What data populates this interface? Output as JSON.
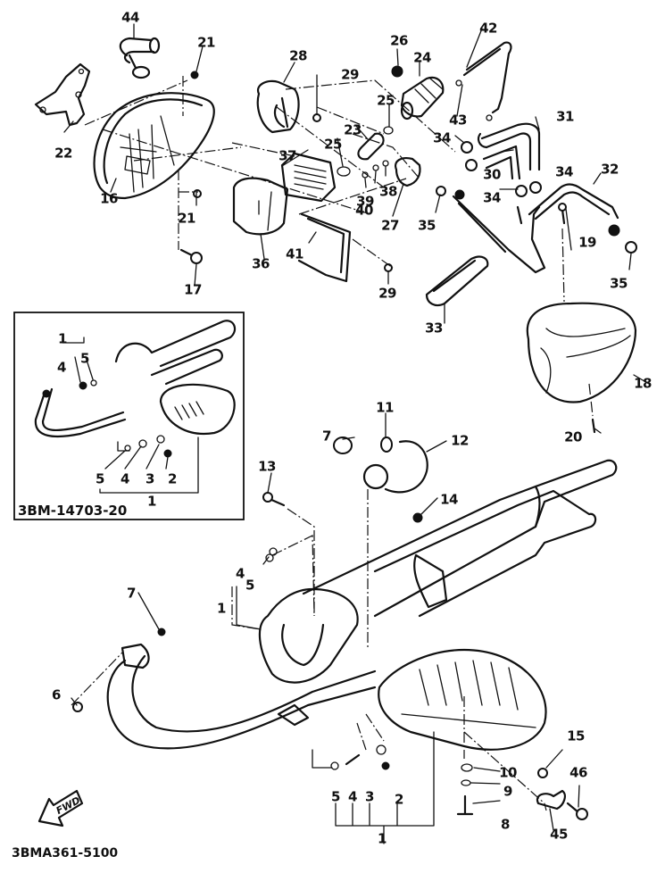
{
  "diagram": {
    "title_code": "3BMA361-5100",
    "inset_code": "3BM-14703-20",
    "fwd_label": "FWD",
    "colors": {
      "ink": "#111111",
      "paper": "#ffffff"
    },
    "callouts": [
      {
        "id": "c44",
        "text": "44"
      },
      {
        "id": "c21a",
        "text": "21"
      },
      {
        "id": "c22",
        "text": "22"
      },
      {
        "id": "c16",
        "text": "16"
      },
      {
        "id": "c21b",
        "text": "21"
      },
      {
        "id": "c17",
        "text": "17"
      },
      {
        "id": "c28",
        "text": "28"
      },
      {
        "id": "c29a",
        "text": "29"
      },
      {
        "id": "c26",
        "text": "26"
      },
      {
        "id": "c24",
        "text": "24"
      },
      {
        "id": "c42",
        "text": "42"
      },
      {
        "id": "c25a",
        "text": "25"
      },
      {
        "id": "c43",
        "text": "43"
      },
      {
        "id": "c31",
        "text": "31"
      },
      {
        "id": "c23",
        "text": "23"
      },
      {
        "id": "c25b",
        "text": "25"
      },
      {
        "id": "c34a",
        "text": "34"
      },
      {
        "id": "c37",
        "text": "37"
      },
      {
        "id": "c30",
        "text": "30"
      },
      {
        "id": "c34b",
        "text": "34"
      },
      {
        "id": "c32",
        "text": "32"
      },
      {
        "id": "c34c",
        "text": "34"
      },
      {
        "id": "c40",
        "text": "40"
      },
      {
        "id": "c39",
        "text": "39"
      },
      {
        "id": "c38",
        "text": "38"
      },
      {
        "id": "c27",
        "text": "27"
      },
      {
        "id": "c35a",
        "text": "35"
      },
      {
        "id": "c36",
        "text": "36"
      },
      {
        "id": "c41",
        "text": "41"
      },
      {
        "id": "c29b",
        "text": "29"
      },
      {
        "id": "c19",
        "text": "19"
      },
      {
        "id": "c35b",
        "text": "35"
      },
      {
        "id": "c33",
        "text": "33"
      },
      {
        "id": "c18",
        "text": "18"
      },
      {
        "id": "c20",
        "text": "20"
      },
      {
        "id": "i1top",
        "text": "1"
      },
      {
        "id": "i4",
        "text": "4"
      },
      {
        "id": "i5",
        "text": "5"
      },
      {
        "id": "i5b",
        "text": "5"
      },
      {
        "id": "i4b",
        "text": "4"
      },
      {
        "id": "i3",
        "text": "3"
      },
      {
        "id": "i2",
        "text": "2"
      },
      {
        "id": "i1bot",
        "text": "1"
      },
      {
        "id": "c7a",
        "text": "7"
      },
      {
        "id": "c11",
        "text": "11"
      },
      {
        "id": "c12",
        "text": "12"
      },
      {
        "id": "c13",
        "text": "13"
      },
      {
        "id": "c14",
        "text": "14"
      },
      {
        "id": "c4a",
        "text": "4"
      },
      {
        "id": "c5a",
        "text": "5"
      },
      {
        "id": "c1a",
        "text": "1"
      },
      {
        "id": "c7b",
        "text": "7"
      },
      {
        "id": "c6",
        "text": "6"
      },
      {
        "id": "c15",
        "text": "15"
      },
      {
        "id": "c46",
        "text": "46"
      },
      {
        "id": "c10",
        "text": "10"
      },
      {
        "id": "c9",
        "text": "9"
      },
      {
        "id": "c8",
        "text": "8"
      },
      {
        "id": "c45",
        "text": "45"
      },
      {
        "id": "c5b",
        "text": "5"
      },
      {
        "id": "c4b",
        "text": "4"
      },
      {
        "id": "c3",
        "text": "3"
      },
      {
        "id": "c2",
        "text": "2"
      },
      {
        "id": "c1b",
        "text": "1"
      }
    ]
  }
}
